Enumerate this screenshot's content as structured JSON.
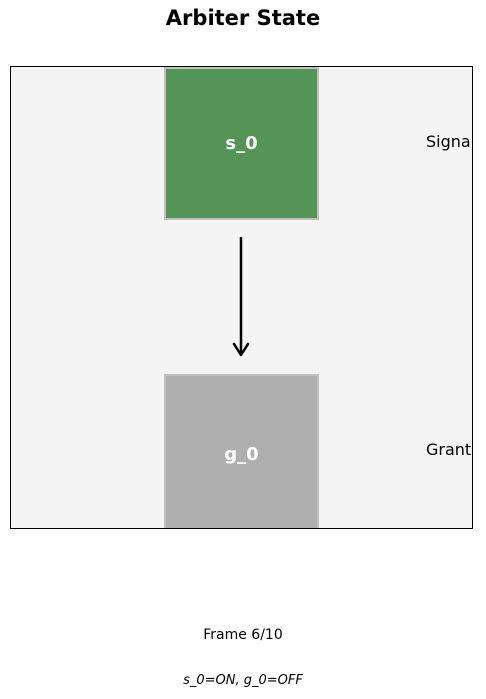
{
  "title": "Arbiter State",
  "nodes": {
    "signal": {
      "label": "s_0",
      "row_label": "Signal",
      "state": "ON",
      "color": "#559457"
    },
    "grant": {
      "label": "g_0",
      "row_label": "Grant",
      "state": "OFF",
      "color": "#afafaf"
    }
  },
  "arrow": {
    "from": "s_0",
    "to": "g_0"
  },
  "footer": {
    "frame": "Frame 6/10",
    "state_summary": "s_0=ON, g_0=OFF"
  }
}
